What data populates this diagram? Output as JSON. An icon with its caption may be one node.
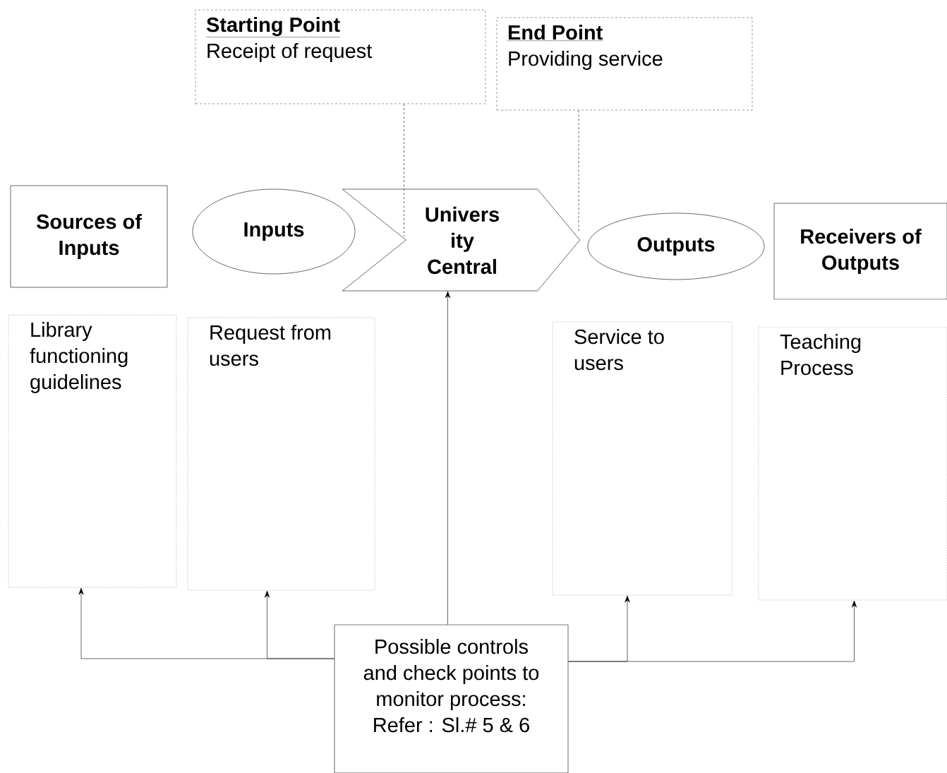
{
  "diagram": {
    "nodes": [
      {
        "text": [
          "Starting Point",
          "Receipt of request"
        ]
      },
      {
        "text": [
          "End Point",
          "Providing service"
        ]
      },
      {
        "text": [
          "Sources of Inputs"
        ]
      },
      {
        "text": [
          "Inputs"
        ]
      },
      {
        "text": [
          "Outputs"
        ]
      },
      {
        "text": [
          "Receivers of Outputs"
        ]
      },
      {
        "text": [
          "Library functioning guidelines"
        ]
      },
      {
        "text": [
          "Request from users"
        ]
      },
      {
        "text": [
          "Service to users"
        ]
      },
      {
        "text": [
          "Teaching Process"
        ]
      },
      {
        "text": [
          "Possible controls and check points to monitor process: Refer : Sl.# 5 & 6"
        ]
      }
    ],
    "edges": [
      {
        "from": 3,
        "to": 4,
        "arrow": "to",
        "label": "Univers ity Central"
      },
      {
        "from": 0,
        "to": null,
        "arrow": "none",
        "style": "dashed"
      },
      {
        "from": 1,
        "to": null,
        "arrow": "none",
        "style": "dashed"
      },
      {
        "from": 10,
        "to": null,
        "arrow": "to"
      },
      {
        "from": 10,
        "to": 6,
        "arrow": "to"
      },
      {
        "from": 10,
        "to": 7,
        "arrow": "to"
      },
      {
        "from": 10,
        "to": 8,
        "arrow": "to"
      },
      {
        "from": 10,
        "to": 9,
        "arrow": "to"
      }
    ]
  }
}
